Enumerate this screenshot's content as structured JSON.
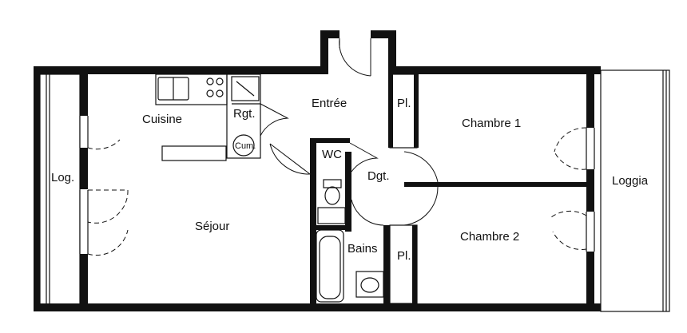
{
  "rooms": {
    "entree": "Entrée",
    "cuisine": "Cuisine",
    "rangement": "Rgt.",
    "cumulus": "Cum.",
    "wc": "WC",
    "degagement": "Dgt.",
    "placard_top": "Pl.",
    "placard_bottom": "Pl.",
    "chambre1": "Chambre 1",
    "chambre2": "Chambre 2",
    "loggia_right": "Loggia",
    "loggia_left": "Log.",
    "sejour": "Séjour",
    "bains": "Bains"
  }
}
